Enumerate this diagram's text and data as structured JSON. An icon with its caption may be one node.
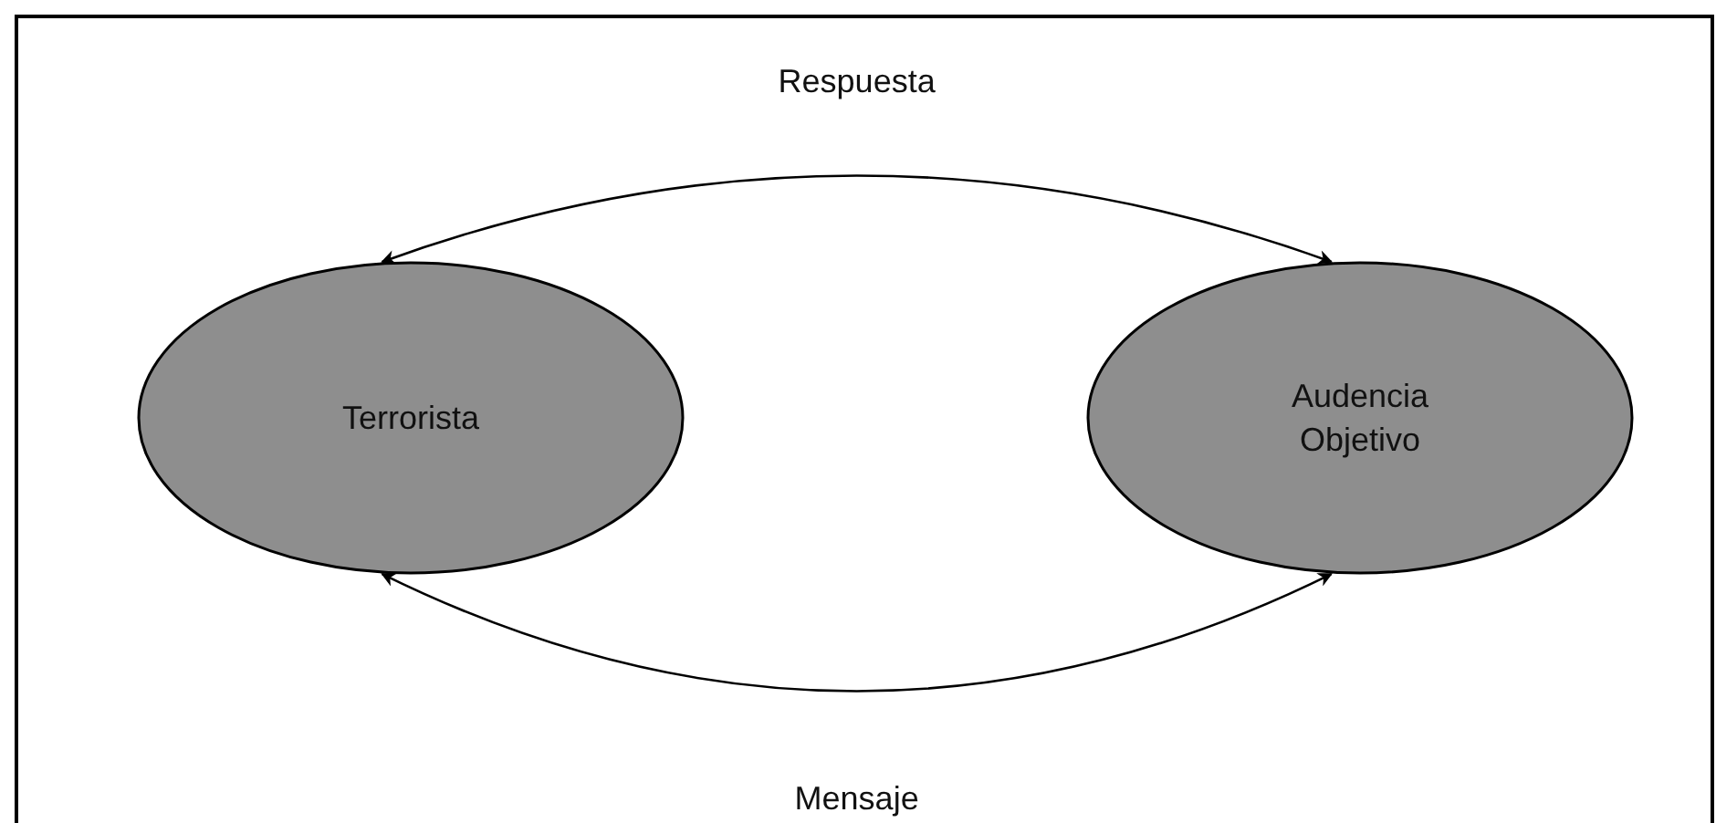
{
  "diagram": {
    "nodes": [
      {
        "text": [
          "Terrorista"
        ]
      },
      {
        "text": [
          "Audencia Objetivo"
        ]
      }
    ],
    "edges": [
      {
        "from": 0,
        "to": 1,
        "arrow": "both",
        "label": "Respuesta"
      },
      {
        "from": 0,
        "to": 1,
        "arrow": "both",
        "label": "Mensaje"
      }
    ]
  }
}
